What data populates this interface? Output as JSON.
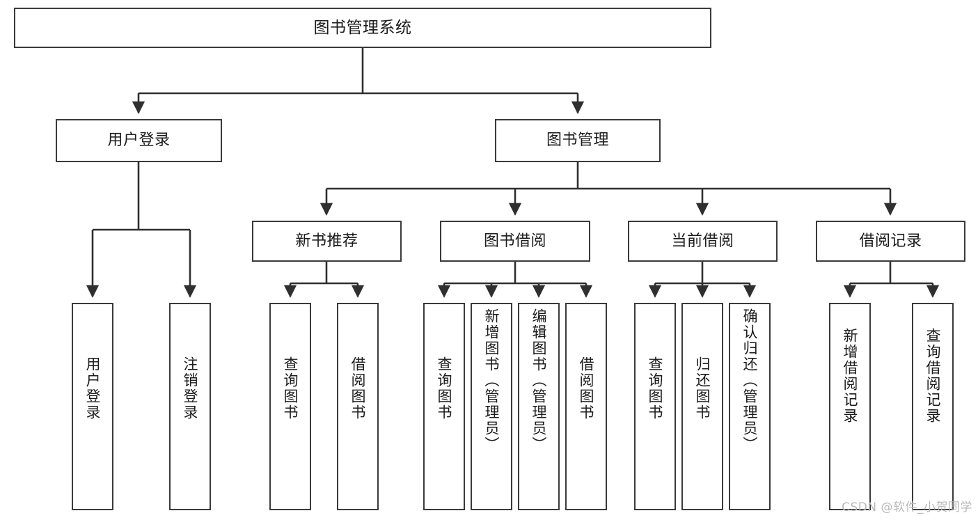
{
  "diagram": {
    "title": "图书管理系统",
    "type": "tree",
    "watermark": "CSDN @软件_小贺同学",
    "colors": {
      "box_border": "#3a3a3a",
      "box_fill": "#ffffff",
      "line": "#2f2f2f",
      "text": "#1b1b1b",
      "watermark": "#b9b9b9"
    },
    "root": {
      "label": "图书管理系统"
    },
    "level2": [
      {
        "label": "用户登录"
      },
      {
        "label": "图书管理"
      }
    ],
    "level3": [
      {
        "label": "新书推荐"
      },
      {
        "label": "图书借阅"
      },
      {
        "label": "当前借阅"
      },
      {
        "label": "借阅记录"
      }
    ],
    "leaves": {
      "user_login": [
        {
          "label": "用户登录"
        },
        {
          "label": "注销登录"
        }
      ],
      "new_book": [
        {
          "label": "查询图书"
        },
        {
          "label": "借阅图书"
        }
      ],
      "book_borrow": [
        {
          "label": "查询图书"
        },
        {
          "label": "新增图书（管理员）"
        },
        {
          "label": "编辑图书（管理员）"
        },
        {
          "label": "借阅图书"
        }
      ],
      "current_borrow": [
        {
          "label": "查询图书"
        },
        {
          "label": "归还图书"
        },
        {
          "label": "确认归还（管理员）"
        }
      ],
      "borrow_record": [
        {
          "label": "新增借阅记录"
        },
        {
          "label": "查询借阅记录"
        }
      ]
    }
  }
}
